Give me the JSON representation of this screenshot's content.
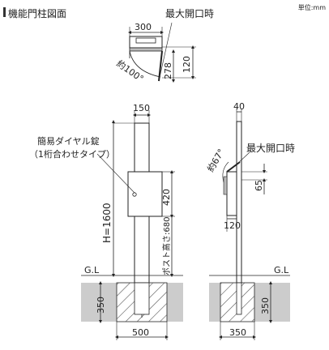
{
  "header": {
    "title": "機能門柱図面",
    "unit": "単位:mm"
  },
  "top_view": {
    "width_label": "300",
    "max_open_label": "最大開口時",
    "depth_278": "278",
    "depth_120": "120",
    "angle_label": "約100°"
  },
  "front_view": {
    "post_width": "150",
    "lock_label_1": "簡易ダイヤル錠",
    "lock_label_2": "（1桁合わせタイプ）",
    "height_label": "H=1600",
    "box_height": "420",
    "post_height_label": "ポスト高さ:680",
    "gl_label": "G.L",
    "depth_350": "350",
    "base_width": "500"
  },
  "side_view": {
    "post_width": "40",
    "max_open_label": "最大開口時",
    "angle_label": "約67°",
    "dim_65": "65",
    "dim_120": "120",
    "gl_label": "G.L",
    "depth_350": "350",
    "base_width": "350"
  }
}
